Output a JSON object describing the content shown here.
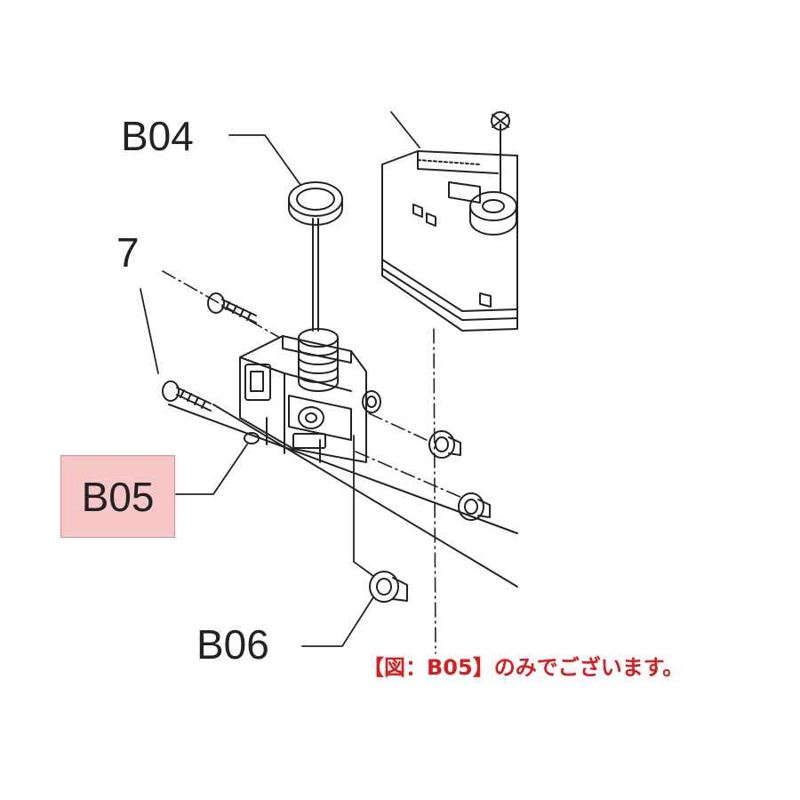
{
  "callouts": {
    "b04": "B04",
    "seven": "7",
    "b05": "B05",
    "b06": "B06"
  },
  "note": "【図：B05】のみでございます。",
  "colors": {
    "highlight_fill": "#f7c6c6",
    "highlight_border": "#e68a8a",
    "note_text": "#d42020",
    "line_art": "#222222"
  }
}
